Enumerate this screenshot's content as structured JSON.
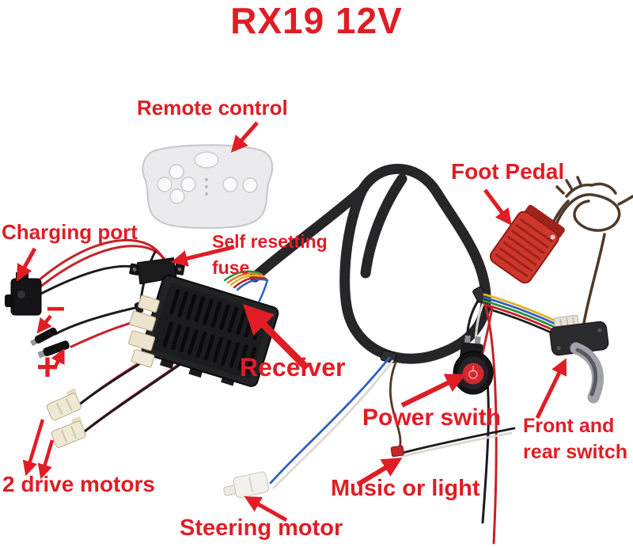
{
  "title": "RX19 12V",
  "labels": {
    "remote_control": "Remote control",
    "foot_pedal": "Foot Pedal",
    "charging_port": "Charging port",
    "fuse_line1": "Self resetting",
    "fuse_line2": "fuse",
    "receiver": "Receiver",
    "power_switch": "Power swith",
    "music_or_light": "Music or light",
    "front_rear_line1": "Front and",
    "front_rear_line2": "rear switch",
    "drive_motors": "2 drive motors",
    "steering_motor": "Steering motor",
    "minus": "−",
    "plus": "+"
  },
  "colors": {
    "accent": "#e01d25",
    "wire_red": "#c6222a",
    "wire_black": "#1c1c1e",
    "wire_blue": "#2f5fc4",
    "wire_yellow": "#e2b424",
    "wire_green": "#2f8f3f",
    "wire_orange": "#e07c22",
    "wire_white": "#dcd8d0",
    "wire_brown": "#4e3a2a",
    "harness_black": "#262628",
    "pedal_red": "#cf372c",
    "pedal_dark": "#9e241b",
    "device_dark": "#232326",
    "connector_beige": "#ece4cd",
    "remote_body": "#ebebed",
    "switch_red": "#d4272e"
  }
}
